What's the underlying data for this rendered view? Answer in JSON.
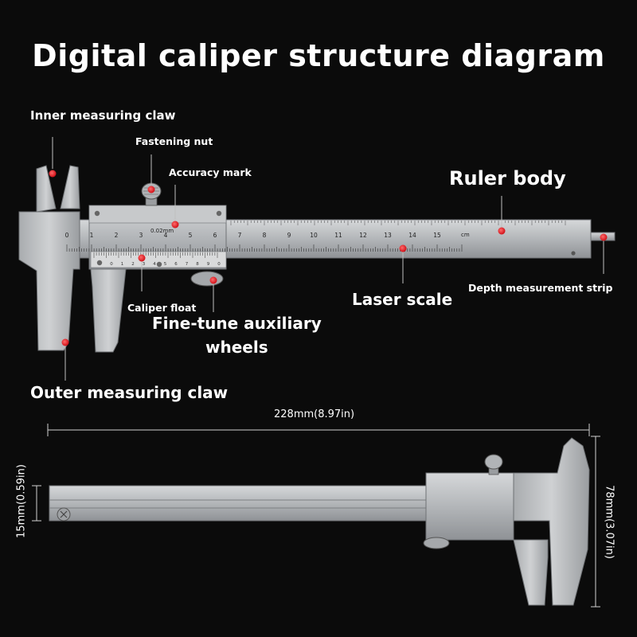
{
  "title": "Digital caliper structure diagram",
  "labels": {
    "inner_claw": "Inner measuring claw",
    "fastening_nut": "Fastening nut",
    "accuracy_mark": "Accuracy mark",
    "ruler_body": "Ruler body",
    "depth_strip": "Depth measurement strip",
    "laser_scale": "Laser scale",
    "caliper_float": "Caliper float",
    "fine_tune_line1": "Fine-tune auxiliary",
    "fine_tune_line2": "wheels",
    "outer_claw": "Outer measuring claw"
  },
  "dimensions": {
    "length": "228mm(8.97in)",
    "thickness": "15mm(0.59in)",
    "height": "78mm(3.07in)"
  },
  "scale": {
    "numbers": [
      "0",
      "1",
      "2",
      "3",
      "4",
      "5",
      "6",
      "7",
      "8",
      "9",
      "10",
      "11",
      "12",
      "13",
      "14",
      "15"
    ],
    "unit": "cm",
    "precision": "0.02mm",
    "vernier_numbers": [
      "0",
      "1",
      "2",
      "3",
      "4",
      "5",
      "6",
      "7",
      "8",
      "9",
      "0"
    ]
  },
  "colors": {
    "background": "#0b0b0b",
    "steel": "#b9bcbf",
    "marker": "#e0202a",
    "text": "#ffffff"
  }
}
